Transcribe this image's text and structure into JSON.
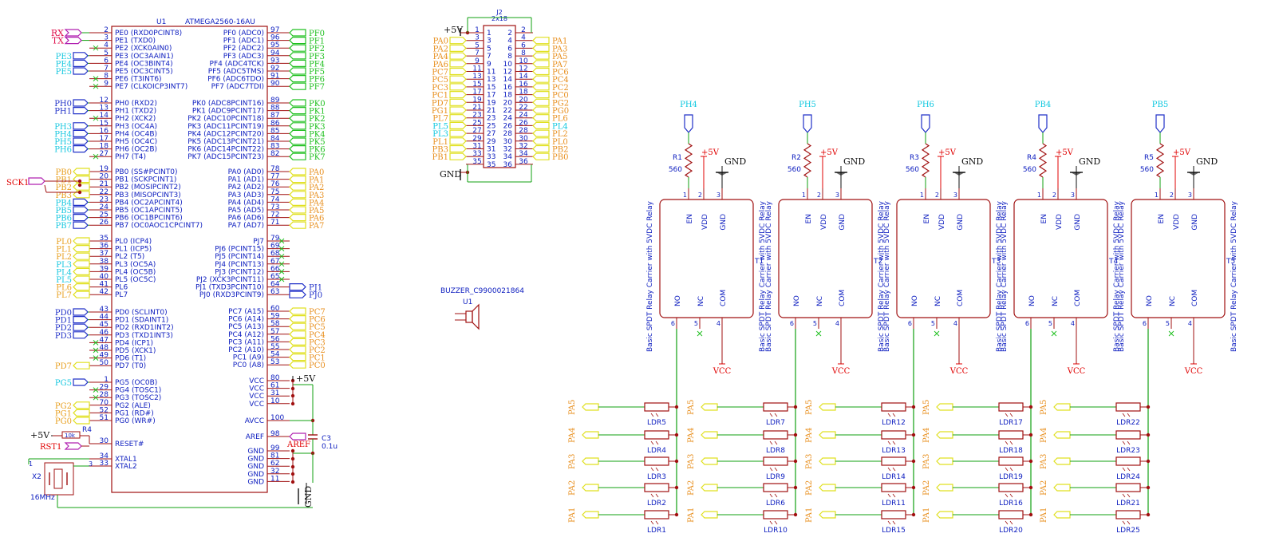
{
  "u1": {
    "ref": "U1",
    "value": "ATMEGA2560-16AU",
    "left_groups": [
      [
        {
          "num": "2",
          "name": "PE0 (RXD0PCINT8)",
          "label": "RX",
          "lc": "#e0124d",
          "sh": "in"
        },
        {
          "num": "3",
          "name": "PE1 (TXD0)",
          "label": "TX",
          "lc": "#e0124d",
          "sh": "in"
        },
        {
          "num": "4",
          "name": "PE2 (XCK0AIN0)",
          "label": "",
          "lc": "",
          "sh": "nc"
        },
        {
          "num": "5",
          "name": "PE3 (OC3AAIN1)",
          "label": "PE3",
          "lc": "#18c8e0",
          "sh": "out"
        },
        {
          "num": "6",
          "name": "PE4 (OC3BINT4)",
          "label": "PE4",
          "lc": "#18c8e0",
          "sh": "out"
        },
        {
          "num": "7",
          "name": "PE5 (OC3CINT5)",
          "label": "PE5",
          "lc": "#18c8e0",
          "sh": "out"
        },
        {
          "num": "8",
          "name": "PE6 (T3INT6)",
          "label": "",
          "lc": "",
          "sh": "nc"
        },
        {
          "num": "9",
          "name": "PE7 (CLKOICP3INT7)",
          "label": "",
          "lc": "",
          "sh": "nc"
        }
      ],
      [
        {
          "num": "12",
          "name": "PH0 (RXD2)",
          "label": "PH0",
          "lc": "#2030c8",
          "sh": "out"
        },
        {
          "num": "13",
          "name": "PH1 (TXD2)",
          "label": "PH1",
          "lc": "#2030c8",
          "sh": "out"
        },
        {
          "num": "14",
          "name": "PH2 (XCK2)",
          "label": "",
          "lc": "",
          "sh": "nc"
        },
        {
          "num": "15",
          "name": "PH3 (OC4A)",
          "label": "PH3",
          "lc": "#18c8e0",
          "sh": "out"
        },
        {
          "num": "16",
          "name": "PH4 (OC4B)",
          "label": "PH4",
          "lc": "#18c8e0",
          "sh": "out"
        },
        {
          "num": "17",
          "name": "PH5 (OC4C)",
          "label": "PH5",
          "lc": "#18c8e0",
          "sh": "out"
        },
        {
          "num": "18",
          "name": "PH6 (OC2B)",
          "label": "PH6",
          "lc": "#18c8e0",
          "sh": "out"
        },
        {
          "num": "27",
          "name": "PH7 (T4)",
          "label": "",
          "lc": "",
          "sh": "nc"
        }
      ],
      [
        {
          "num": "19",
          "name": "PB0 (SS#PCINT0)",
          "label": "PB0",
          "lc": "#e8a020",
          "sh": "yel"
        },
        {
          "num": "20",
          "name": "PB1 (SCKPCINT1)",
          "label": "PB1",
          "lc": "#e8a020",
          "sh": "yel"
        },
        {
          "num": "21",
          "name": "PB2 (MOSIPCINT2)",
          "label": "PB2",
          "lc": "#e8a020",
          "sh": "yel"
        },
        {
          "num": "22",
          "name": "PB3 (MISOPCINT3)",
          "label": "PB3",
          "lc": "#e8a020",
          "sh": "yel"
        },
        {
          "num": "23",
          "name": "PB4 (OC2APCINT4)",
          "label": "PB4",
          "lc": "#18c8e0",
          "sh": "out"
        },
        {
          "num": "24",
          "name": "PB5 (OC1APCINT5)",
          "label": "PB5",
          "lc": "#18c8e0",
          "sh": "out"
        },
        {
          "num": "25",
          "name": "PB6 (OC1BPCINT6)",
          "label": "PB6",
          "lc": "#18c8e0",
          "sh": "out"
        },
        {
          "num": "26",
          "name": "PB7 (OC0AOC1CPCINT7)",
          "label": "PB7",
          "lc": "#18c8e0",
          "sh": "out"
        }
      ],
      [
        {
          "num": "35",
          "name": "PL0 (ICP4)",
          "label": "PL0",
          "lc": "#e8a020",
          "sh": "yel"
        },
        {
          "num": "36",
          "name": "PL1 (ICP5)",
          "label": "PL1",
          "lc": "#e8a020",
          "sh": "yel"
        },
        {
          "num": "37",
          "name": "PL2 (T5)",
          "label": "PL2",
          "lc": "#e8a020",
          "sh": "yel"
        },
        {
          "num": "38",
          "name": "PL3 (OC5A)",
          "label": "PL3",
          "lc": "#18c8e0",
          "sh": "yel"
        },
        {
          "num": "39",
          "name": "PL4 (OC5B)",
          "label": "PL4",
          "lc": "#18c8e0",
          "sh": "yel"
        },
        {
          "num": "40",
          "name": "PL5 (OC5C)",
          "label": "PL5",
          "lc": "#18c8e0",
          "sh": "yel"
        },
        {
          "num": "41",
          "name": "PL6",
          "label": "PL6",
          "lc": "#e8a020",
          "sh": "yel"
        },
        {
          "num": "42",
          "name": "PL7",
          "label": "PL7",
          "lc": "#e8a020",
          "sh": "yel"
        }
      ],
      [
        {
          "num": "43",
          "name": "PD0 (SCLINT0)",
          "label": "PD0",
          "lc": "#2030c8",
          "sh": "out"
        },
        {
          "num": "44",
          "name": "PD1 (SDAINT1)",
          "label": "PD1",
          "lc": "#2030c8",
          "sh": "out"
        },
        {
          "num": "45",
          "name": "PD2 (RXD1INT2)",
          "label": "PD2",
          "lc": "#2030c8",
          "sh": "out"
        },
        {
          "num": "46",
          "name": "PD3 (TXD1INT3)",
          "label": "PD3",
          "lc": "#2030c8",
          "sh": "out"
        },
        {
          "num": "47",
          "name": "PD4 (ICP1)",
          "label": "",
          "lc": "",
          "sh": "nc"
        },
        {
          "num": "48",
          "name": "PD5 (XCK1)",
          "label": "",
          "lc": "",
          "sh": "nc"
        },
        {
          "num": "49",
          "name": "PD6 (T1)",
          "label": "",
          "lc": "",
          "sh": "nc"
        },
        {
          "num": "50",
          "name": "PD7 (T0)",
          "label": "PD7",
          "lc": "#e8a020",
          "sh": "yel"
        }
      ],
      [
        {
          "num": "1",
          "name": "PG5 (OC0B)",
          "label": "PG5",
          "lc": "#18c8e0",
          "sh": "out"
        },
        {
          "num": "29",
          "name": "PG4 (TOSC1)",
          "label": "",
          "lc": "",
          "sh": "nc"
        },
        {
          "num": "28",
          "name": "PG3 (TOSC2)",
          "label": "",
          "lc": "",
          "sh": "nc"
        },
        {
          "num": "70",
          "name": "PG2 (ALE)",
          "label": "PG2",
          "lc": "#e8a020",
          "sh": "yel"
        },
        {
          "num": "52",
          "name": "PG1 (RD#)",
          "label": "PG1",
          "lc": "#e8a020",
          "sh": "yel"
        },
        {
          "num": "51",
          "name": "PG0 (WR#)",
          "label": "PG0",
          "lc": "#e8a020",
          "sh": "yel"
        }
      ]
    ],
    "misc_left": [
      {
        "num": "30",
        "name": "RESET#"
      },
      {
        "num": "34",
        "name": "XTAL1"
      },
      {
        "num": "33",
        "name": "XTAL2"
      }
    ],
    "right_groups": [
      [
        {
          "num": "97",
          "name": "PF0 (ADC0)",
          "label": "PF0"
        },
        {
          "num": "96",
          "name": "PF1 (ADC1)",
          "label": "PF1"
        },
        {
          "num": "95",
          "name": "PF2 (ADC2)",
          "label": "PF2"
        },
        {
          "num": "94",
          "name": "PF3 (ADC3)",
          "label": "PF3"
        },
        {
          "num": "93",
          "name": "PF4 (ADC4TCK)",
          "label": "PF4"
        },
        {
          "num": "92",
          "name": "PF5 (ADC5TMS)",
          "label": "PF5"
        },
        {
          "num": "91",
          "name": "PF6 (ADC6TDO)",
          "label": "PF6"
        },
        {
          "num": "90",
          "name": "PF7 (ADC7TDI)",
          "label": "PF7"
        }
      ],
      [
        {
          "num": "89",
          "name": "PK0 (ADC8PCINT16)",
          "label": "PK0"
        },
        {
          "num": "88",
          "name": "PK1 (ADC9PCINT17)",
          "label": "PK1"
        },
        {
          "num": "87",
          "name": "PK2 (ADC10PCINT18)",
          "label": "PK2"
        },
        {
          "num": "86",
          "name": "PK3 (ADC11PCINT19)",
          "label": "PK3"
        },
        {
          "num": "85",
          "name": "PK4 (ADC12PCINT20)",
          "label": "PK4"
        },
        {
          "num": "84",
          "name": "PK5 (ADC13PCINT21)",
          "label": "PK5"
        },
        {
          "num": "83",
          "name": "PK6 (ADC14PCINT22)",
          "label": "PK6"
        },
        {
          "num": "82",
          "name": "PK7 (ADC15PCINT23)",
          "label": "PK7"
        }
      ],
      [
        {
          "num": "78",
          "name": "PA0 (AD0)",
          "label": "PA0"
        },
        {
          "num": "77",
          "name": "PA1 (AD1)",
          "label": "PA1"
        },
        {
          "num": "76",
          "name": "PA2 (AD2)",
          "label": "PA2"
        },
        {
          "num": "75",
          "name": "PA3 (AD3)",
          "label": "PA3"
        },
        {
          "num": "74",
          "name": "PA4 (AD4)",
          "label": "PA4"
        },
        {
          "num": "73",
          "name": "PA5 (AD5)",
          "label": "PA5"
        },
        {
          "num": "72",
          "name": "PA6 (AD6)",
          "label": "PA6"
        },
        {
          "num": "71",
          "name": "PA7 (AD7)",
          "label": "PA7"
        }
      ],
      [
        {
          "num": "79",
          "name": "PJ7",
          "label": ""
        },
        {
          "num": "69",
          "name": "PJ6 (PCINT15)",
          "label": ""
        },
        {
          "num": "68",
          "name": "PJ5 (PCINT14)",
          "label": ""
        },
        {
          "num": "67",
          "name": "PJ4 (PCINT13)",
          "label": ""
        },
        {
          "num": "66",
          "name": "PJ3 (PCINT12)",
          "label": ""
        },
        {
          "num": "65",
          "name": "PJ2 (XCK3PCINT11)",
          "label": ""
        },
        {
          "num": "64",
          "name": "PJ1 (TXD3PCINT10)",
          "label": "PJ1"
        },
        {
          "num": "63",
          "name": "PJ0 (RXD3PCINT9)",
          "label": "PJ0"
        }
      ],
      [
        {
          "num": "60",
          "name": "PC7 (A15)",
          "label": "PC7"
        },
        {
          "num": "59",
          "name": "PC6 (A14)",
          "label": "PC6"
        },
        {
          "num": "58",
          "name": "PC5 (A13)",
          "label": "PC5"
        },
        {
          "num": "57",
          "name": "PC4 (A12)",
          "label": "PC4"
        },
        {
          "num": "56",
          "name": "PC3 (A11)",
          "label": "PC3"
        },
        {
          "num": "55",
          "name": "PC2 (A10)",
          "label": "PC2"
        },
        {
          "num": "54",
          "name": "PC1 (A9)",
          "label": "PC1"
        },
        {
          "num": "53",
          "name": "PC0 (A8)",
          "label": "PC0"
        }
      ],
      [
        {
          "num": "80",
          "name": "VCC",
          "label": ""
        },
        {
          "num": "61",
          "name": "VCC",
          "label": ""
        },
        {
          "num": "31",
          "name": "VCC",
          "label": ""
        },
        {
          "num": "10",
          "name": "VCC",
          "label": ""
        }
      ],
      [
        {
          "num": "100",
          "name": "AVCC",
          "label": ""
        },
        {
          "num": "98",
          "name": "AREF",
          "label": "AREF"
        }
      ],
      [
        {
          "num": "99",
          "name": "GND",
          "label": ""
        },
        {
          "num": "81",
          "name": "GND",
          "label": ""
        },
        {
          "num": "62",
          "name": "GND",
          "label": ""
        },
        {
          "num": "32",
          "name": "GND",
          "label": ""
        },
        {
          "num": "11",
          "name": "GND",
          "label": ""
        }
      ]
    ],
    "sck_label": "SCK1",
    "reset_label": "RST1",
    "plus5v": "+5V",
    "r4_ref": "R4",
    "r4_val": "10k",
    "crystal_ref": "X2",
    "crystal_val": "16MHz",
    "cap_ref": "C3",
    "cap_val": "0.1u",
    "gnd_label": "GND"
  },
  "j2": {
    "ref": "J2",
    "value": "2x18",
    "plus5v": "+5V",
    "gnd": "GND",
    "left_labels": [
      "",
      "PA0",
      "PA2",
      "PA4",
      "PA6",
      "PC7",
      "PC5",
      "PC3",
      "PC1",
      "PD7",
      "PG1",
      "PL7",
      "PL5",
      "PL3",
      "PL1",
      "PB3",
      "PB1",
      ""
    ],
    "right_labels": [
      "",
      "PA1",
      "PA3",
      "PA5",
      "PA7",
      "PC6",
      "PC4",
      "PC2",
      "PC0",
      "PG2",
      "PG0",
      "PL6",
      "PL4",
      "PL2",
      "PL0",
      "PB2",
      "PB0",
      ""
    ],
    "left_colors": [
      "",
      "o",
      "o",
      "o",
      "o",
      "o",
      "o",
      "o",
      "o",
      "o",
      "o",
      "o",
      "c",
      "c",
      "o",
      "o",
      "o",
      ""
    ],
    "right_colors": [
      "",
      "o",
      "o",
      "o",
      "o",
      "o",
      "o",
      "o",
      "o",
      "o",
      "o",
      "o",
      "c",
      "o",
      "o",
      "o",
      "o",
      ""
    ]
  },
  "buzzer": {
    "title": "BUZZER_C9900021864",
    "ref": "U1"
  },
  "relays": [
    {
      "ref": "T1",
      "ctrl": "PH4",
      "rref": "R1",
      "rval": "560"
    },
    {
      "ref": "T2",
      "ctrl": "PH5",
      "rref": "R2",
      "rval": "560"
    },
    {
      "ref": "T3",
      "ctrl": "PH6",
      "rref": "R3",
      "rval": "560"
    },
    {
      "ref": "T4",
      "ctrl": "PB4",
      "rref": "R4",
      "rval": "560"
    },
    {
      "ref": "T5",
      "ctrl": "PB5",
      "rref": "R5",
      "rval": "560"
    }
  ],
  "relay_text": {
    "title": "Basic SPDT Relay Carrier with 5VDC Relay",
    "pins": [
      "EN",
      "VDD",
      "GND",
      "NO",
      "NC",
      "COM"
    ],
    "pin_nums": [
      "1",
      "2",
      "3",
      "6",
      "5",
      "4"
    ],
    "plus5v": "+5V",
    "gnd": "GND",
    "vcc": "VCC"
  },
  "ldr_columns": [
    [
      "LDR5",
      "LDR4",
      "LDR3",
      "LDR2",
      "LDR1"
    ],
    [
      "LDR7",
      "LDR8",
      "LDR9",
      "LDR6",
      "LDR10"
    ],
    [
      "LDR12",
      "LDR13",
      "LDR14",
      "LDR11",
      "LDR15"
    ],
    [
      "LDR17",
      "LDR18",
      "LDR19",
      "LDR16",
      "LDR20"
    ],
    [
      "LDR22",
      "LDR23",
      "LDR24",
      "LDR21",
      "LDR25"
    ]
  ],
  "ldr_nets": [
    "PA5",
    "PA4",
    "PA3",
    "PA2",
    "PA1"
  ],
  "colors": {
    "comp": "#a01010",
    "pin": "#a01010",
    "wire": "#10a010",
    "text": "#1020c0",
    "power": "#e00000",
    "gnd": "#101010",
    "label_green": "#20c020",
    "label_yellow": "#e0e020",
    "orange": "#e89020",
    "cyan": "#10c8e0",
    "blue": "#2030c8",
    "magenta": "#b020b0",
    "nc": "#20c020"
  }
}
